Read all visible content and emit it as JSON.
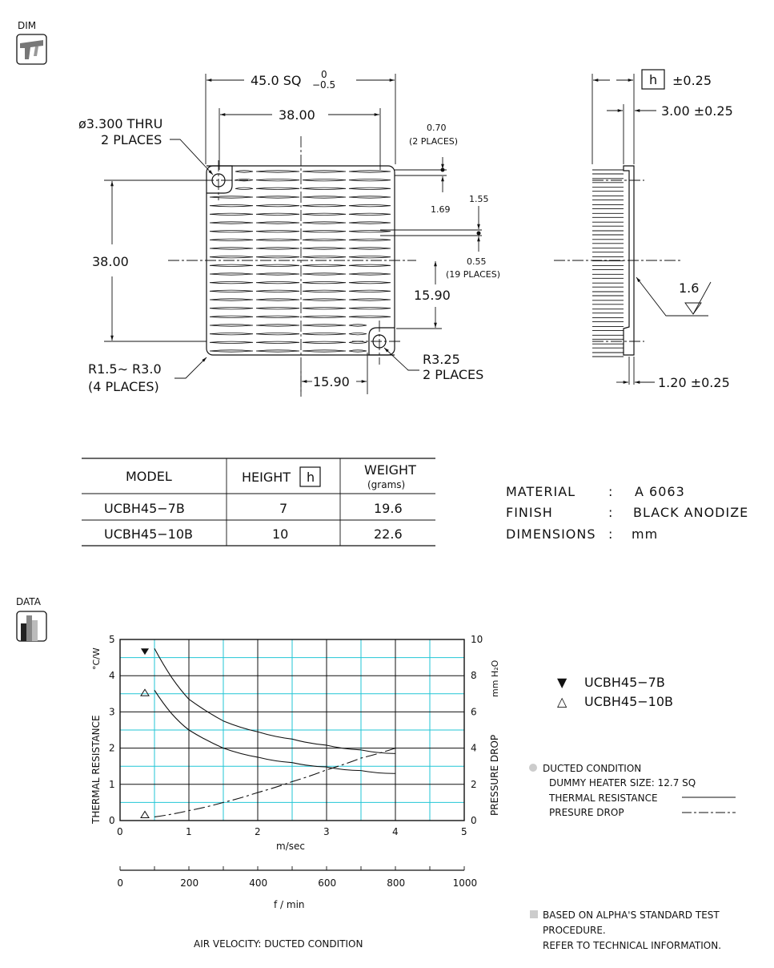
{
  "sections": {
    "dim_label": "DIM",
    "data_label": "DATA"
  },
  "drawing": {
    "overall_dim": "45.0 SQ",
    "tol_upper": "0",
    "tol_lower": "−0.5",
    "dim_38_top": "38.00",
    "hole_note_1": "ø3.300 THRU",
    "hole_note_2": "2 PLACES",
    "fin_note_a1": "0.70",
    "fin_note_a2": "(2 PLACES)",
    "fin_note_b": "1.69",
    "fin_note_c": "1.55",
    "fin_note_d1": "0.55",
    "fin_note_d2": "(19 PLACES)",
    "dim_38_left": "38.00",
    "dim_1590_right": "15.90",
    "dim_1590_bottom": "15.90",
    "radius_note_1": "R1.5∼ R3.0",
    "radius_note_2": "(4 PLACES)",
    "r325_note_1": "R3.25",
    "r325_note_2": "2 PLACES",
    "side_h_box": "h",
    "side_h_tol": "±0.25",
    "side_300": "3.00 ±0.25",
    "side_16": "1.6",
    "side_120": "1.20 ±0.25"
  },
  "table": {
    "headers": {
      "model": "MODEL",
      "height": "HEIGHT",
      "height_box": "h",
      "weight": "WEIGHT",
      "weight_unit": "(grams)"
    },
    "rows": [
      {
        "model": "UCBH45−7B",
        "height": "7",
        "weight": "19.6"
      },
      {
        "model": "UCBH45−10B",
        "height": "10",
        "weight": "22.6"
      }
    ]
  },
  "specs": [
    {
      "label": "MATERIAL",
      "sep": ":",
      "value": "A 6063"
    },
    {
      "label": "FINISH",
      "sep": ":",
      "value": "BLACK ANODIZE"
    },
    {
      "label": "DIMENSIONS",
      "sep": ":",
      "value": "mm"
    }
  ],
  "chart_data": {
    "type": "line",
    "xlabel": "m/sec",
    "x2label": "f / min",
    "ylabel": "THERMAL  RESISTANCE",
    "yunit": "°C/W",
    "y2label": "PRESSURE  DROP",
    "y2unit": "mm H₂O",
    "xlim": [
      0,
      5
    ],
    "ylim": [
      0,
      5
    ],
    "y2lim": [
      0,
      10
    ],
    "x2lim": [
      0,
      1000
    ],
    "xticks": [
      "0",
      "1",
      "2",
      "3",
      "4",
      "5"
    ],
    "yticks": [
      "0",
      "1",
      "2",
      "3",
      "4",
      "5"
    ],
    "y2ticks": [
      "0",
      "2",
      "4",
      "6",
      "8",
      "10"
    ],
    "x2ticks": [
      "0",
      "200",
      "400",
      "600",
      "800",
      "1000"
    ],
    "grid": true,
    "series": [
      {
        "name": "UCBH45−7B",
        "kind": "thermal",
        "marker": "filled-triangle-down",
        "x": [
          0.5,
          0.75,
          1.0,
          1.5,
          2.0,
          2.5,
          3.0,
          3.5,
          4.0
        ],
        "y": [
          4.75,
          3.95,
          3.35,
          2.75,
          2.45,
          2.25,
          2.08,
          1.95,
          1.85
        ]
      },
      {
        "name": "UCBH45−10B",
        "kind": "thermal",
        "marker": "open-triangle-up",
        "x": [
          0.5,
          0.75,
          1.0,
          1.5,
          2.0,
          2.5,
          3.0,
          3.5,
          4.0
        ],
        "y": [
          3.6,
          2.95,
          2.5,
          2.0,
          1.75,
          1.6,
          1.48,
          1.38,
          1.3
        ]
      },
      {
        "name": "PRESURE DROP",
        "kind": "pressure",
        "x": [
          0.5,
          1.0,
          1.5,
          2.0,
          2.5,
          3.0,
          3.5,
          4.0
        ],
        "y": [
          0.2,
          0.55,
          1.0,
          1.55,
          2.15,
          2.8,
          3.45,
          4.0
        ]
      }
    ],
    "legend": {
      "placement": "right",
      "items": [
        {
          "marker": "▼",
          "label": "UCBH45−7B"
        },
        {
          "marker": "△",
          "label": "UCBH45−10B"
        }
      ]
    },
    "notes": {
      "ducted": "DUCTED CONDITION",
      "heater": "DUMMY HEATER SIZE:  12.7 SQ",
      "thermal": "THERMAL RESISTANCE",
      "pressure": "PRESURE DROP",
      "std1": "BASED ON ALPHA'S STANDARD TEST",
      "std2": "PROCEDURE.",
      "std3": "REFER TO TECHNICAL INFORMATION.",
      "air": "AIR VELOCITY:  DUCTED CONDITION"
    }
  }
}
